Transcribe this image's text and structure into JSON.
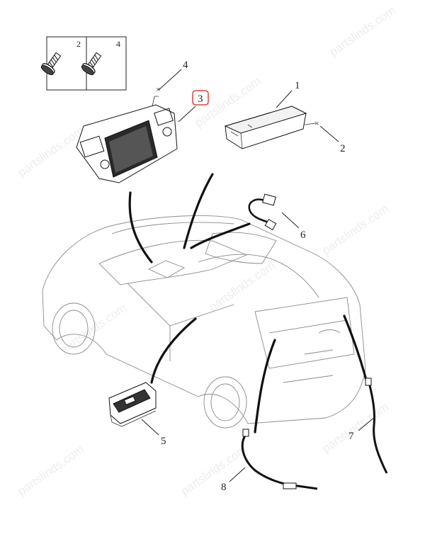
{
  "callouts": {
    "screw_box_left": "2",
    "screw_box_right": "4",
    "part_1": "1",
    "part_2": "2",
    "part_3": "3",
    "part_4": "4",
    "part_5": "5",
    "part_6": "6",
    "part_7": "7",
    "part_8": "8"
  },
  "highlight_color": "#e0413c",
  "watermark": "partslinds.com"
}
